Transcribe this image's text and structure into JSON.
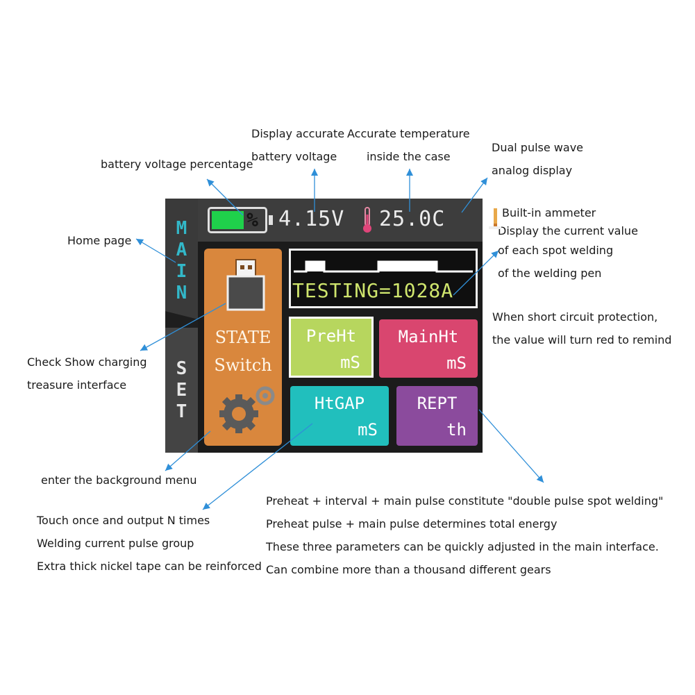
{
  "annotations": {
    "battery_percentage": "battery voltage percentage",
    "battery_voltage": [
      "Display accurate",
      "battery voltage"
    ],
    "temperature": [
      "Accurate temperature",
      "inside the case"
    ],
    "dual_pulse": [
      "Dual pulse wave",
      "analog display"
    ],
    "ammeter": [
      "Built-in ammeter",
      "Display the current value",
      "of each spot welding",
      "of the welding pen"
    ],
    "short_circuit": [
      "When short circuit protection,",
      "the value will turn red to remind"
    ],
    "home_page": "Home page",
    "charging": [
      "Check Show charging",
      "treasure interface"
    ],
    "background_menu": "enter the background menu",
    "touch_output": [
      "Touch once and output N times",
      "Welding current pulse group",
      "Extra thick nickel tape can be reinforced"
    ],
    "pulse_params": [
      "Preheat + interval + main pulse constitute \"double pulse spot welding\"",
      "Preheat pulse + main pulse determines total energy",
      "These three parameters can be quickly adjusted in the main interface.",
      "Can combine more than a thousand different gears"
    ]
  },
  "device": {
    "sidebar": {
      "main_tab": "MAIN",
      "set_tab": "SET"
    },
    "status": {
      "battery_label": "%",
      "battery_level": 0.62,
      "voltage": "4.15V",
      "temperature": "25.0C",
      "battery_color": "#1fd14b",
      "thermo_icon": "thermometer-icon",
      "pen_icon": "welding-pen-icon"
    },
    "state_card": {
      "line1": "STATE",
      "line2": "Switch",
      "usb_icon": "usb-drive-icon",
      "gear_icon": "gear-icon"
    },
    "wave": {
      "testing": "TESTING=1028A",
      "text_color": "#cfe56d"
    },
    "tiles": {
      "preheat": {
        "label": "PreHt",
        "unit": "mS",
        "color": "#b7d65e"
      },
      "mainheat": {
        "label": "MainHt",
        "unit": "mS",
        "color": "#d9466f"
      },
      "gap": {
        "label": "HtGAP",
        "unit": "mS",
        "color": "#21bfbd"
      },
      "rept": {
        "label": "REPT",
        "unit": "th",
        "color": "#8b4b9d"
      }
    }
  },
  "colors": {
    "arrow": "#2f8fd8",
    "main_tab_text": "#32b8c9"
  }
}
